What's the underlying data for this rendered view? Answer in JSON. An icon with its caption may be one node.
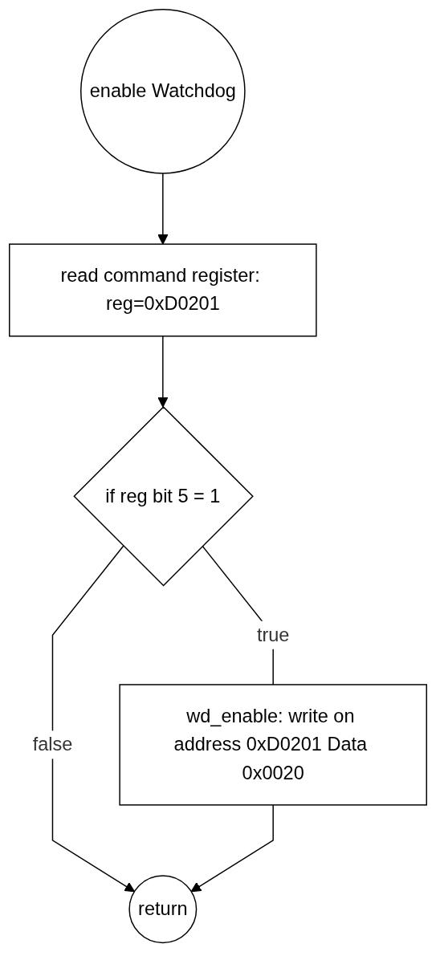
{
  "diagram": {
    "nodes": [
      {
        "text": [
          "enable Watchdog"
        ]
      },
      {
        "text": [
          "read command register: reg=0xD0201"
        ]
      },
      {
        "text": [
          "if reg bit 5 = 1"
        ]
      },
      {
        "text": [
          "wd_enable: write on address 0xD0201 Data 0x0020"
        ]
      },
      {
        "text": [
          "return"
        ]
      }
    ],
    "edges": [
      {
        "from": 0,
        "to": 1,
        "arrow": "to"
      },
      {
        "from": 1,
        "to": 2,
        "arrow": "to"
      },
      {
        "from": 2,
        "to": 3,
        "arrow": "none",
        "label": "true"
      },
      {
        "from": 2,
        "to": 4,
        "arrow": "to",
        "label": "false"
      },
      {
        "from": 3,
        "to": 4,
        "arrow": "to"
      }
    ]
  }
}
